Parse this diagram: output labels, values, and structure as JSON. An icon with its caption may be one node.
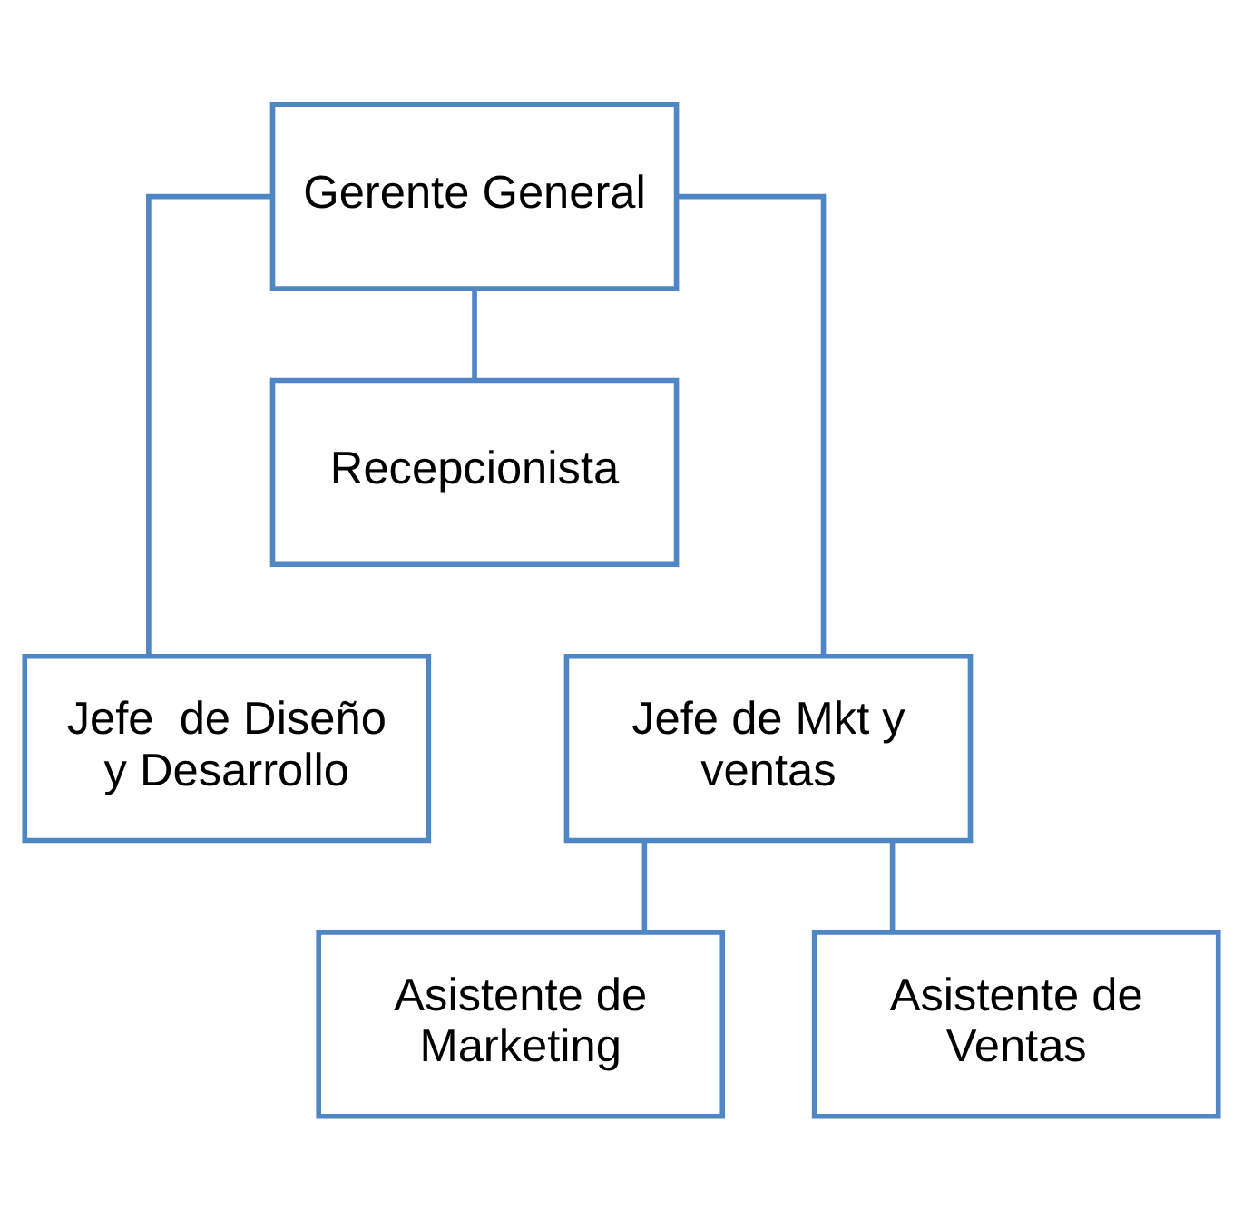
{
  "diagram": {
    "nodes": [
      {
        "text": [
          "Gerente General"
        ]
      },
      {
        "text": [
          "Recepcionista"
        ]
      },
      {
        "text": [
          "Jefe  de Diseño y Desarrollo"
        ]
      },
      {
        "text": [
          "Jefe de Mkt y ventas"
        ]
      },
      {
        "text": [
          "Asistente de Marketing"
        ]
      },
      {
        "text": [
          "Asistente de Ventas"
        ]
      }
    ],
    "edges": [
      {
        "from": 0,
        "to": 1,
        "arrow": "none"
      },
      {
        "from": 0,
        "to": 2,
        "arrow": "none"
      },
      {
        "from": 0,
        "to": 3,
        "arrow": "none"
      },
      {
        "from": 3,
        "to": 4,
        "arrow": "none"
      },
      {
        "from": 3,
        "to": 5,
        "arrow": "none"
      }
    ]
  }
}
